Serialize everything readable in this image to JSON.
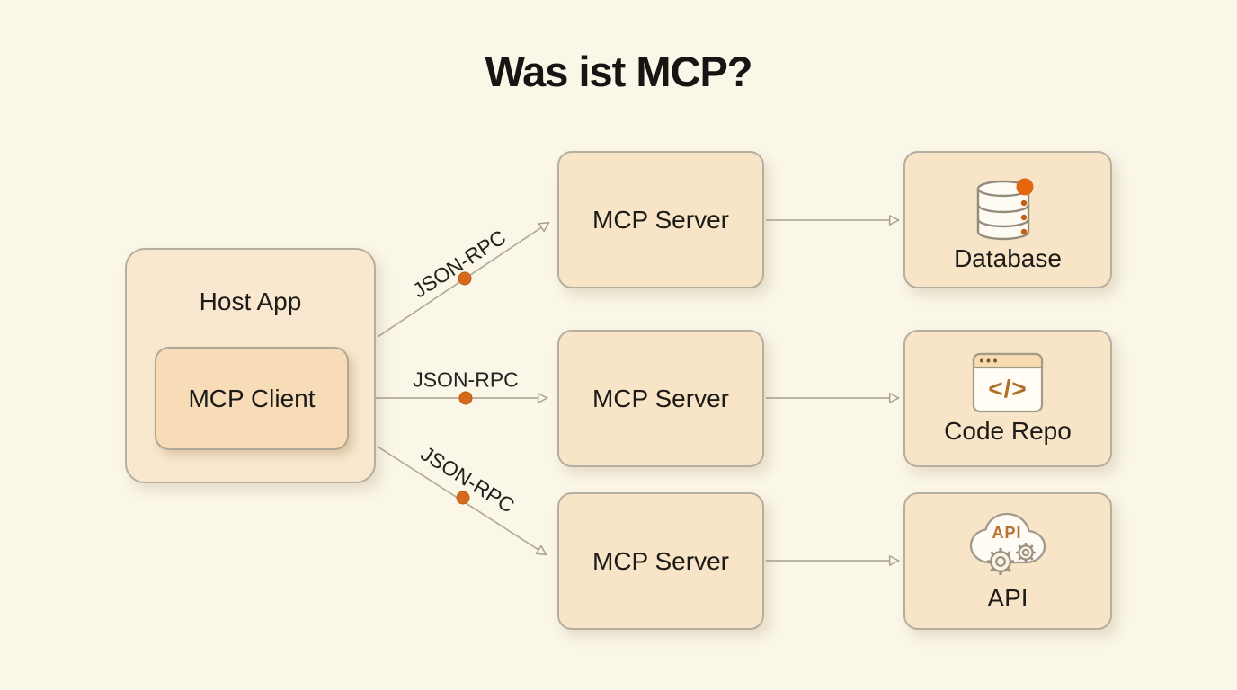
{
  "title": "Was ist MCP?",
  "host_app": {
    "label": "Host App",
    "client": {
      "label": "MCP Client"
    }
  },
  "servers": [
    {
      "label": "MCP Server"
    },
    {
      "label": "MCP Server"
    },
    {
      "label": "MCP Server"
    }
  ],
  "targets": [
    {
      "label": "Database",
      "icon": "database-icon"
    },
    {
      "label": "Code Repo",
      "icon": "code-repo-icon",
      "icon_text": "</>"
    },
    {
      "label": "API",
      "icon": "api-cloud-icon",
      "icon_text": "API"
    }
  ],
  "connections": [
    {
      "label": "JSON-RPC"
    },
    {
      "label": "JSON-RPC"
    },
    {
      "label": "JSON-RPC"
    }
  ],
  "colors": {
    "background": "#faf6e8",
    "host_fill": "#f9e8cf",
    "client_fill": "#f7dcb7",
    "node_fill": "#f8e4c7",
    "node_border": "#b6ae9e",
    "connector_line": "#b3ac9e",
    "accent_orange": "#d6691c",
    "icon_orange": "#b5712d",
    "title_text": "#161513"
  }
}
